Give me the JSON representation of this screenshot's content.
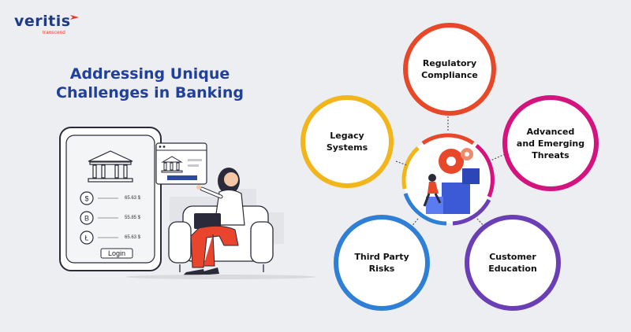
{
  "brand": {
    "name": "veritis",
    "tagline": "transcend",
    "accent": "#e8382b",
    "primary": "#1d3a8a"
  },
  "heading": {
    "line1": "Addressing Unique",
    "line2": "Challenges in Banking"
  },
  "phone": {
    "login_label": "Login",
    "amounts": [
      "65.63 $",
      "55.85 $",
      "65.63 $"
    ]
  },
  "challenges": [
    {
      "id": "regulatory",
      "line1": "Regulatory",
      "line2": "Compliance",
      "line3": "",
      "color": "#e8482a"
    },
    {
      "id": "advanced",
      "line1": "Advanced",
      "line2": "and Emerging",
      "line3": "Threats",
      "color": "#d4137f"
    },
    {
      "id": "customer",
      "line1": "Customer",
      "line2": "Education",
      "line3": "",
      "color": "#6a3fb5"
    },
    {
      "id": "thirdparty",
      "line1": "Third Party",
      "line2": "Risks",
      "line3": "",
      "color": "#2f7fd6"
    },
    {
      "id": "legacy",
      "line1": "Legacy",
      "line2": "Systems",
      "line3": "",
      "color": "#f2b51a"
    }
  ]
}
